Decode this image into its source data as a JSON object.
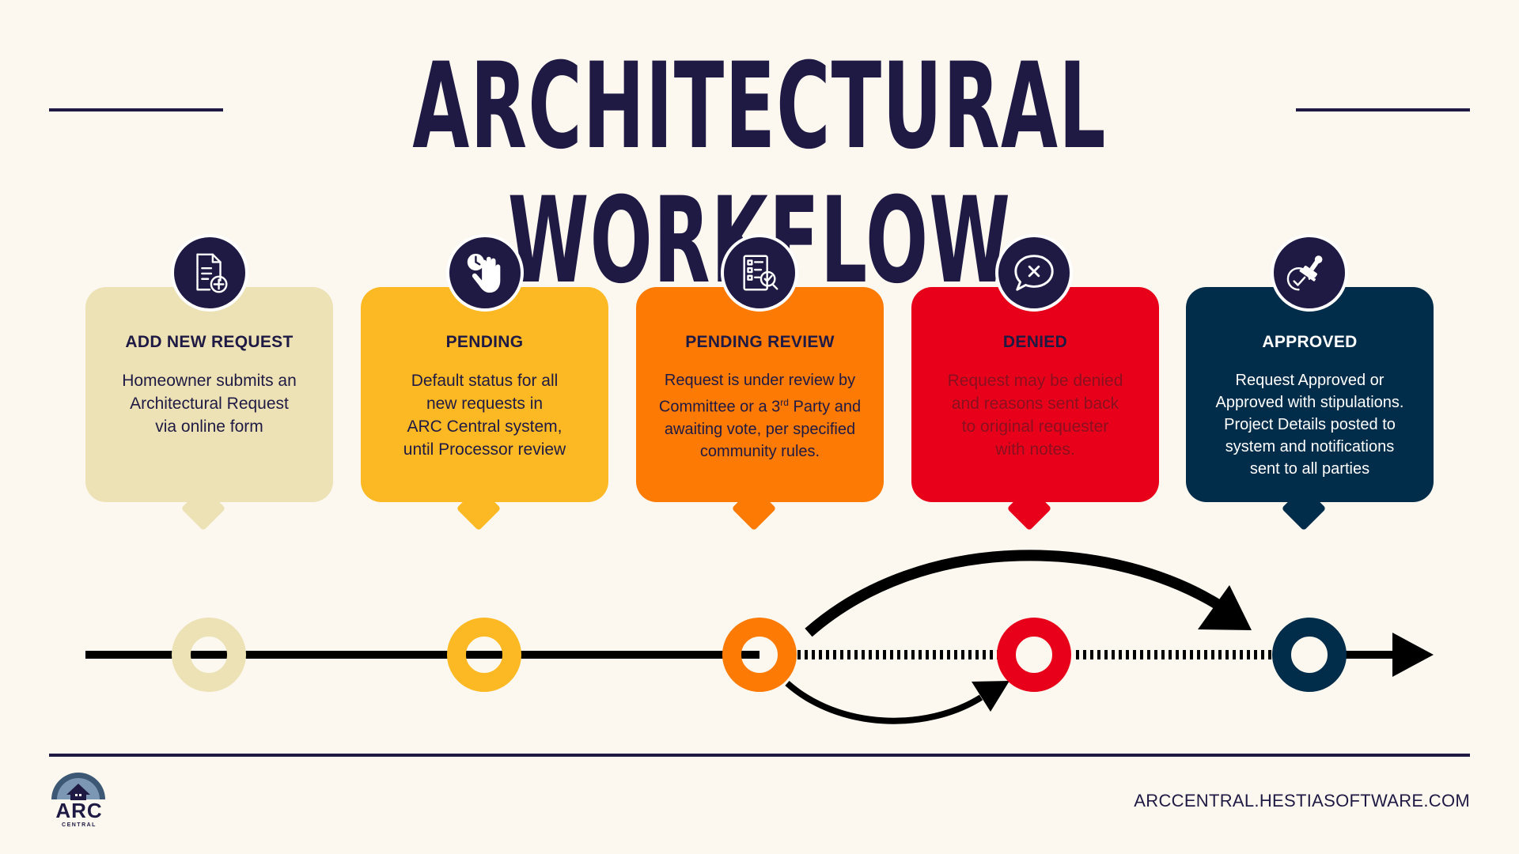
{
  "title": "ARCHITECTURAL WORKFLOW",
  "colors": {
    "navy": "#1f1a44",
    "background": "#fcf8ef",
    "step1": "#ece2b5",
    "step2": "#fdb924",
    "step3": "#fd7a04",
    "step4": "#e8001a",
    "step5": "#012d4a"
  },
  "steps": [
    {
      "title": "ADD NEW REQUEST",
      "text_lines": [
        "Homeowner submits an",
        "Architectural Request",
        "via online form"
      ],
      "icon": "document-add-icon"
    },
    {
      "title": "PENDING",
      "text_lines": [
        "Default status for all",
        "new requests in",
        "ARC Central system,",
        "until Processor review"
      ],
      "icon": "clock-hand-stop-icon"
    },
    {
      "title": "PENDING REVIEW",
      "text_before_sup": "Request is under review by Committee or a 3",
      "superscript": "rd",
      "text_after_sup": " Party and awaiting vote, per specified community rules.",
      "icon": "checklist-review-icon"
    },
    {
      "title": "DENIED",
      "text_lines": [
        "Request may be denied",
        "and reasons sent back",
        "to original requester",
        "with notes."
      ],
      "icon": "speech-x-icon"
    },
    {
      "title": "APPROVED",
      "text_lines": [
        "Request Approved or",
        "Approved with stipulations.",
        "Project Details posted to",
        "system and notifications",
        "sent to all parties"
      ],
      "icon": "approval-stamp-icon"
    }
  ],
  "logo": {
    "name": "ARC",
    "sub": "CENTRAL"
  },
  "website": "ARCCENTRAL.HESTIASOFTWARE.COM"
}
